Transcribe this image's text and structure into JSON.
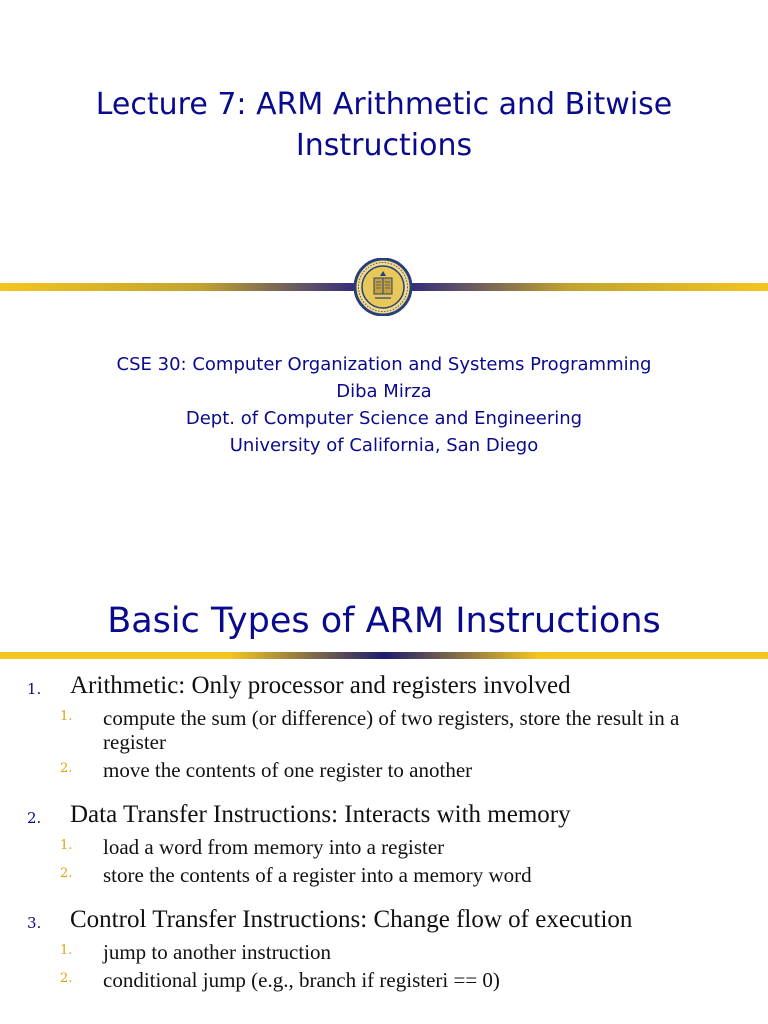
{
  "slide1": {
    "title_line1": "Lecture 7: ARM Arithmetic and Bitwise",
    "title_line2": "Instructions",
    "course": "CSE 30: Computer Organization and Systems Programming",
    "instructor": "Diba Mirza",
    "department": "Dept. of Computer Science and Engineering",
    "university": "University of California, San Diego",
    "seal_icon": "uc-seal-icon"
  },
  "slide2": {
    "title": "Basic Types of ARM Instructions",
    "items": [
      {
        "num": "1.",
        "text": "Arithmetic:  Only processor and registers involved",
        "subs": [
          {
            "num": "1.",
            "text": "compute the sum (or difference) of two registers, store the result in a register"
          },
          {
            "num": "2.",
            "text": "move the contents of one register to another"
          }
        ]
      },
      {
        "num": "2.",
        "text": "Data Transfer Instructions: Interacts with memory",
        "subs": [
          {
            "num": "1.",
            "text": "load a word from memory into a register"
          },
          {
            "num": "2.",
            "text": "store the contents of a register into a memory word"
          }
        ]
      },
      {
        "num": "3.",
        "text": "Control Transfer Instructions: Change flow of execution",
        "subs": [
          {
            "num": "1.",
            "text": "jump to another instruction"
          },
          {
            "num": "2.",
            "text": "conditional jump (e.g., branch if registeri == 0)"
          }
        ]
      }
    ]
  },
  "colors": {
    "title_blue": "#0a0a8c",
    "rule_gold": "#f3c51e",
    "sub_number_gold": "#e0a20c",
    "body_text": "#111111"
  }
}
